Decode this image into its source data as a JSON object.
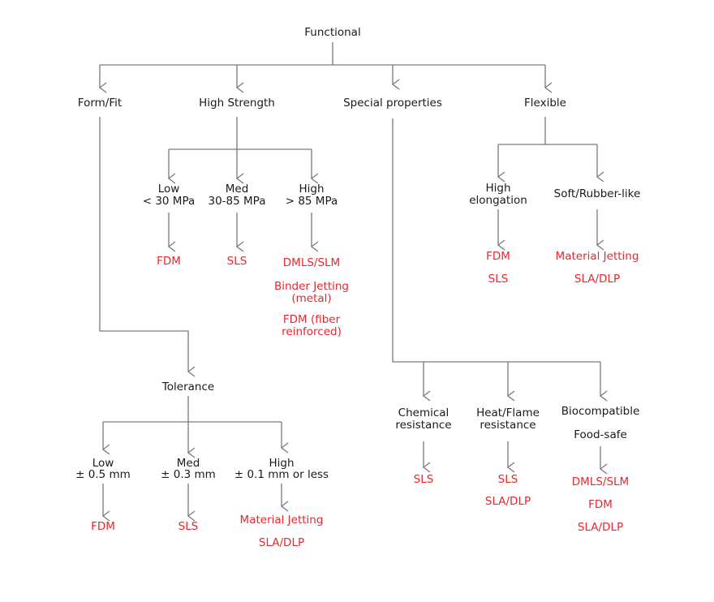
{
  "root": "Functional",
  "level1": {
    "form_fit": "Form/Fit",
    "high_strength": "High Strength",
    "special_properties": "Special properties",
    "flexible": "Flexible"
  },
  "strength": {
    "low": {
      "line1": "Low",
      "line2": "< 30 MPa",
      "tech": [
        "FDM"
      ]
    },
    "med": {
      "line1": "Med",
      "line2": "30-85 MPa",
      "tech": [
        "SLS"
      ]
    },
    "high": {
      "line1": "High",
      "line2": "> 85 MPa",
      "tech": [
        "DMLS/SLM",
        "Binder Jetting",
        "(metal)",
        "FDM (fiber",
        "reinforced)"
      ]
    }
  },
  "flexible": {
    "high_elongation": {
      "line1": "High",
      "line2": "elongation",
      "tech": [
        "FDM",
        "SLS"
      ]
    },
    "soft_rubber": {
      "label": "Soft/Rubber-like",
      "tech": [
        "Material Jetting",
        "SLA/DLP"
      ]
    }
  },
  "tolerance": {
    "label": "Tolerance",
    "low": {
      "line1": "Low",
      "line2": "± 0.5 mm",
      "tech": [
        "FDM"
      ]
    },
    "med": {
      "line1": "Med",
      "line2": "± 0.3 mm",
      "tech": [
        "SLS"
      ]
    },
    "high": {
      "line1": "High",
      "line2": "± 0.1 mm or less",
      "tech": [
        "Material Jetting",
        "SLA/DLP"
      ]
    }
  },
  "special": {
    "chemical": {
      "line1": "Chemical",
      "line2": "resistance",
      "tech": [
        "SLS"
      ]
    },
    "heat_flame": {
      "line1": "Heat/Flame",
      "line2": "resistance",
      "tech": [
        "SLS",
        "SLA/DLP"
      ]
    },
    "biocompatible": {
      "line1": "Biocompatible",
      "line2": "Food-safe",
      "tech": [
        "DMLS/SLM",
        "FDM",
        "SLA/DLP"
      ]
    }
  }
}
